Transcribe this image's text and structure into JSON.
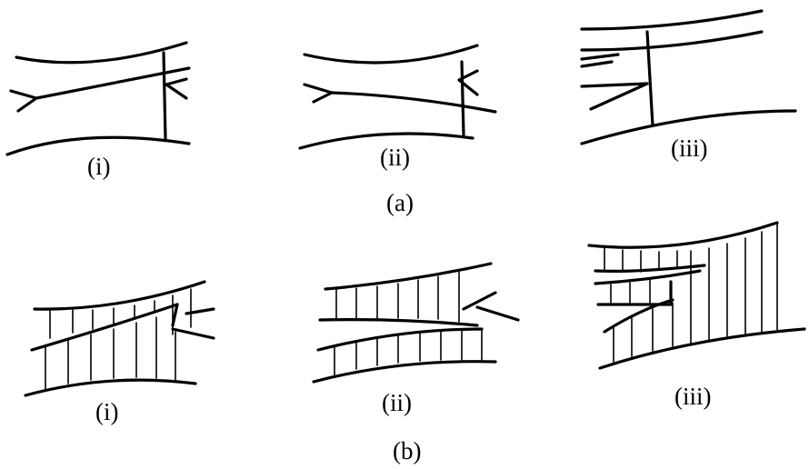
{
  "figure": {
    "row_a": {
      "caption": "(a)",
      "panels": [
        {
          "label": "(i)"
        },
        {
          "label": "(ii)"
        },
        {
          "label": "(iii)"
        }
      ]
    },
    "row_b": {
      "caption": "(b)",
      "panels": [
        {
          "label": "(i)"
        },
        {
          "label": "(ii)"
        },
        {
          "label": "(iii)"
        }
      ]
    }
  }
}
